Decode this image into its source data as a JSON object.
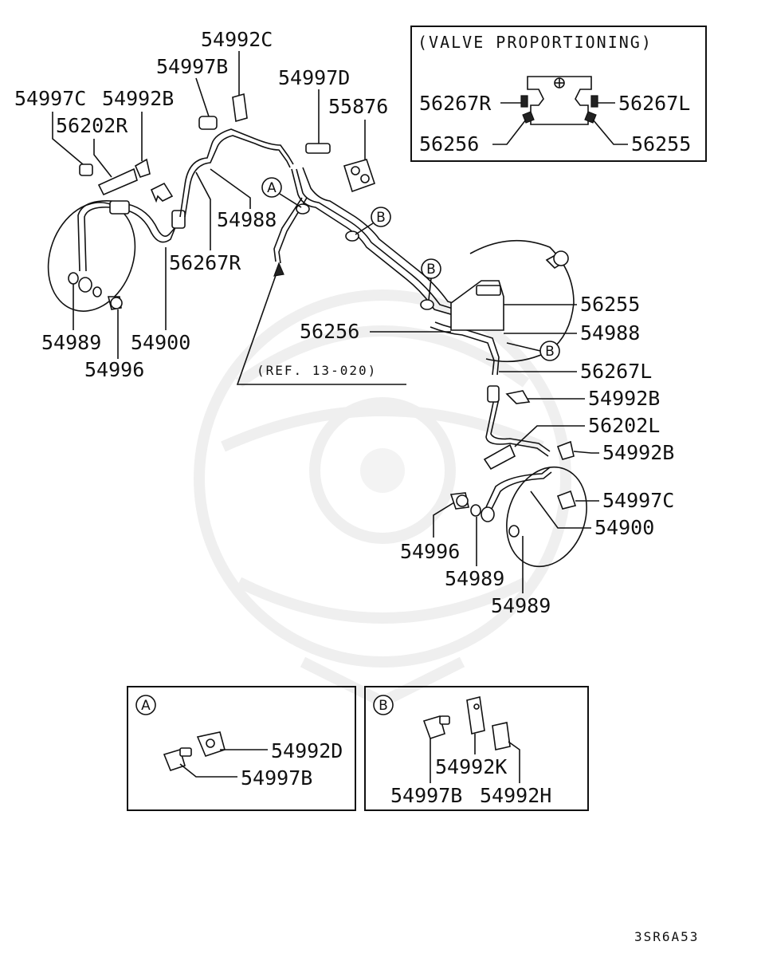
{
  "diagram": {
    "diagram_code": "3SR6A53",
    "reference": "(REF. 13-020)",
    "part_labels": {
      "p_54992C": "54992C",
      "p_54997B_top": "54997B",
      "p_54997D": "54997D",
      "p_55876": "55876",
      "p_54997C_left": "54997C",
      "p_54992B_left": "54992B",
      "p_56202R": "56202R",
      "p_54988_left": "54988",
      "p_56267R": "56267R",
      "p_54989_left": "54989",
      "p_54900_left": "54900",
      "p_54996_left": "54996",
      "p_56255": "56255",
      "p_56256": "56256",
      "p_54988_right": "54988",
      "p_56267L": "56267L",
      "p_54992B_r1": "54992B",
      "p_56202L": "56202L",
      "p_54992B_r2": "54992B",
      "p_54997C_right": "54997C",
      "p_54900_right": "54900",
      "p_54996_right": "54996",
      "p_54989_r1": "54989",
      "p_54989_r2": "54989"
    },
    "callouts": {
      "a": "A",
      "b": "B"
    },
    "inset_valve": {
      "title": "(VALVE PROPORTIONING)",
      "labels": {
        "p_56267R": "56267R",
        "p_56267L": "56267L",
        "p_56256": "56256",
        "p_56255": "56255"
      }
    },
    "inset_a": {
      "badge": "A",
      "labels": {
        "p_54992D": "54992D",
        "p_54997B": "54997B"
      }
    },
    "inset_b": {
      "badge": "B",
      "labels": {
        "p_54992K": "54992K",
        "p_54997B": "54997B",
        "p_54992H": "54992H"
      }
    }
  }
}
